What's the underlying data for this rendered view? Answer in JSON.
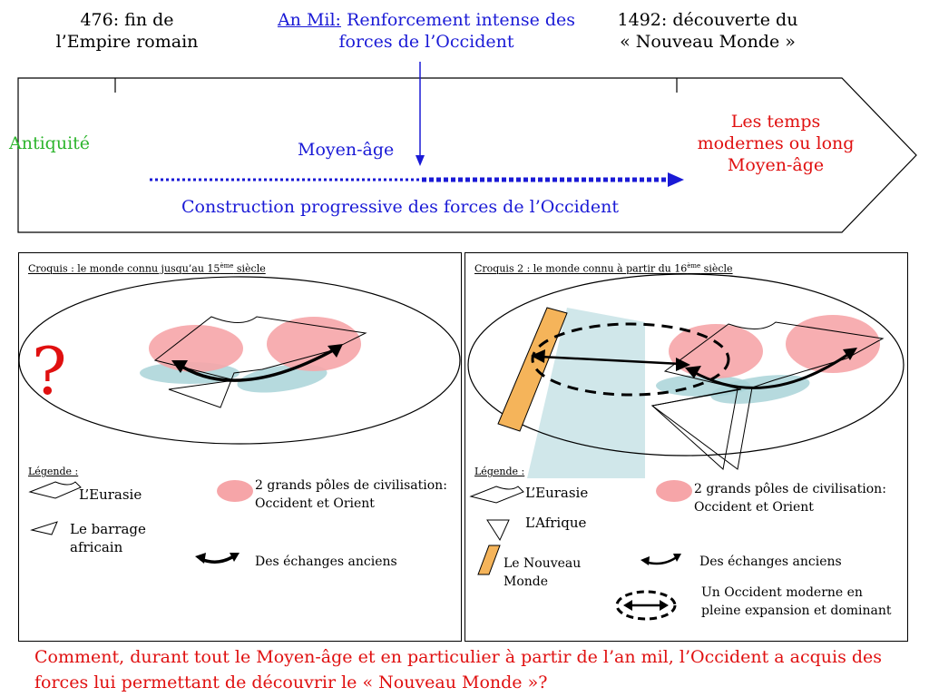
{
  "timeline": {
    "event1": {
      "line1": "476: fin de",
      "line2": "l’Empire romain"
    },
    "event2": {
      "prefix": "An Mil:",
      "rest": "Renforcement intense des",
      "line2": "forces de l’Occident"
    },
    "event3": {
      "line1": "1492: découverte du",
      "line2": "« Nouveau Monde »"
    },
    "antiquite": "Antiquité",
    "moyen_age": "Moyen-âge",
    "modern": {
      "line1": "Les temps",
      "line2": "modernes ou long",
      "line3": "Moyen-âge"
    },
    "construction": "Construction progressive des forces de l’Occident"
  },
  "panel1": {
    "title": "Croquis : le monde connu jusqu’au 15",
    "title_sup": "ème",
    "title_end": " siècle",
    "question": "?",
    "legend_title": "Légende :",
    "legend": {
      "eurasie": "L’Eurasie",
      "barrage": {
        "line1": "Le barrage",
        "line2": "africain"
      },
      "poles": {
        "line1": "2 grands pôles de civilisation:",
        "line2": "Occident et Orient"
      },
      "echanges": "Des échanges anciens"
    }
  },
  "panel2": {
    "title": "Croquis 2 : le monde  connu à partir du 16",
    "title_sup": "ème",
    "title_end": " siècle",
    "legend_title": "Légende :",
    "legend": {
      "eurasie": "L’Eurasie",
      "afrique": "L’Afrique",
      "nouveau_monde": {
        "line1": "Le Nouveau",
        "line2": "Monde"
      },
      "poles": {
        "line1": "2 grands pôles de civilisation:",
        "line2": "Occident et Orient"
      },
      "echanges": "Des échanges anciens",
      "occident": {
        "line1": "Un Occident moderne en",
        "line2": "pleine expansion et dominant"
      }
    }
  },
  "question": {
    "line1": "Comment, durant tout le Moyen-âge et en particulier à partir de l’an mil, l’Occident a acquis des",
    "line2": "forces lui permettant de découvrir le « Nouveau Monde »?"
  },
  "colors": {
    "blue": "#1a1ad6",
    "red": "#e01010",
    "green": "#2db52d",
    "pink": "#f6a5a8",
    "teal": "#a9d4d8",
    "orange": "#f5b45a"
  }
}
